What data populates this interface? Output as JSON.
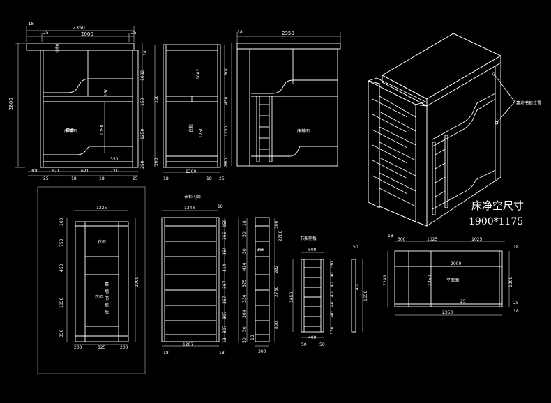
{
  "front_view": {
    "top_dims": [
      "18",
      "2350",
      "25",
      "2000",
      "25"
    ],
    "left_total": "2800",
    "right_dims": [
      "18",
      "1082",
      "150",
      "1250",
      "250"
    ],
    "center_dims": [
      "350",
      "150",
      "1050",
      "350"
    ],
    "bottom_dims": [
      "300",
      "621",
      "621",
      "721",
      "25",
      "18",
      "18",
      "25"
    ],
    "label_upper": "書桌",
    "label_lower": "床鋪面"
  },
  "side_view": {
    "dims": [
      "1082",
      "150",
      "1250",
      "200",
      "25",
      "1200",
      "18",
      "18",
      "25"
    ],
    "label": "衣柜"
  },
  "back_view": {
    "top_dims": [
      "18",
      "2350"
    ],
    "right_dims": [
      "800",
      "450",
      "1150",
      "350"
    ],
    "label": "床鋪面"
  },
  "iso_view": {
    "callout": "靠墙书柜位置",
    "title": "床净空尺寸",
    "size": "1900*1175"
  },
  "wardrobe_view": {
    "top_dim": "1225",
    "left_dims": [
      "100",
      "750",
      "450",
      "1050",
      "350"
    ],
    "right_dim": "2700",
    "bottom_dims": [
      "200",
      "825",
      "200"
    ],
    "label_top": "衣柜",
    "label_mid": "衣柜",
    "side_text": [
      "靠",
      "墙",
      "书",
      "柜",
      "后"
    ]
  },
  "shelf_front": {
    "title": "衣柜内部",
    "top_dims": [
      "1243",
      "18"
    ],
    "right_dims": [
      "150",
      "366",
      "364",
      "414",
      "367",
      "367",
      "307",
      "307",
      "18"
    ],
    "bottom_dims": [
      "18",
      "1207",
      "18"
    ]
  },
  "shelf_side": {
    "dims": [
      "18",
      "50",
      "50",
      "414",
      "375",
      "334",
      "364",
      "50",
      "50",
      "18",
      "300",
      "2700",
      "366",
      "282",
      "2750",
      "800"
    ],
    "bottom": "300"
  },
  "small_shelf": {
    "title": "书架侧板",
    "top_dim": "500",
    "right_dims": [
      "150",
      "40",
      "40",
      "40",
      "40",
      "40",
      "130"
    ],
    "left_dim": "1650",
    "bottom_dims": [
      "50",
      "400",
      "50"
    ],
    "side_dims": [
      "50",
      "1650",
      "40"
    ]
  },
  "plan_view": {
    "top_dims": [
      "18",
      "300",
      "1025",
      "1025",
      "18"
    ],
    "left_dim": "1243",
    "inner_dims": [
      "2000",
      "1250",
      "25"
    ],
    "right_dims": [
      "1200",
      "18",
      "25"
    ],
    "bottom_dim": "2350",
    "label": "平面图"
  }
}
